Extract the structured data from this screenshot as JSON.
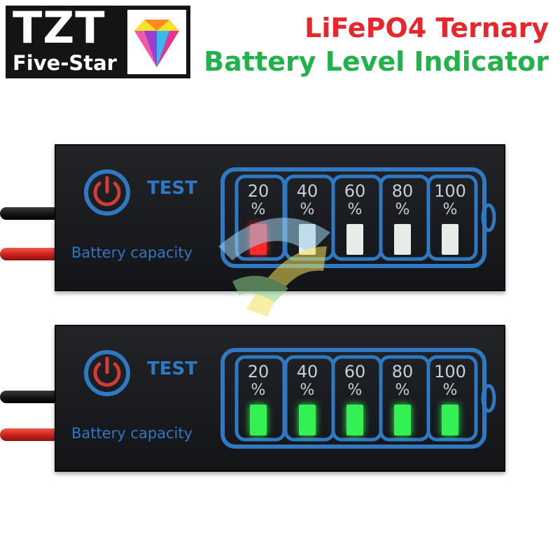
{
  "logo": {
    "brand": "TZT",
    "tagline": "Five-Star",
    "icon": "diamond-icon"
  },
  "title": {
    "line1": "LiFePO4 Ternary",
    "line2": "Battery Level Indicator"
  },
  "colors": {
    "title_line1": "#e8262b",
    "title_line2": "#22b24c",
    "panel_blue": "#2f78c2",
    "power_red": "#d33a3a",
    "cell_text": "#c9ced6",
    "led_off": "#e8ece8",
    "led_red": "#ff2a2a",
    "led_green": "#33f055",
    "wire_black": "#1c1c1c",
    "wire_red": "#d42a24"
  },
  "panels": [
    {
      "test_label": "TEST",
      "capacity_label": "Battery capacity",
      "cells": [
        {
          "percent": "20",
          "symbol": "%",
          "led": "red"
        },
        {
          "percent": "40",
          "symbol": "%",
          "led": "off"
        },
        {
          "percent": "60",
          "symbol": "%",
          "led": "off"
        },
        {
          "percent": "80",
          "symbol": "%",
          "led": "off"
        },
        {
          "percent": "100",
          "symbol": "%",
          "led": "off"
        }
      ]
    },
    {
      "test_label": "TEST",
      "capacity_label": "Battery capacity",
      "cells": [
        {
          "percent": "20",
          "symbol": "%",
          "led": "green"
        },
        {
          "percent": "40",
          "symbol": "%",
          "led": "green"
        },
        {
          "percent": "60",
          "symbol": "%",
          "led": "green"
        },
        {
          "percent": "80",
          "symbol": "%",
          "led": "green"
        },
        {
          "percent": "100",
          "symbol": "%",
          "led": "green"
        }
      ]
    }
  ]
}
